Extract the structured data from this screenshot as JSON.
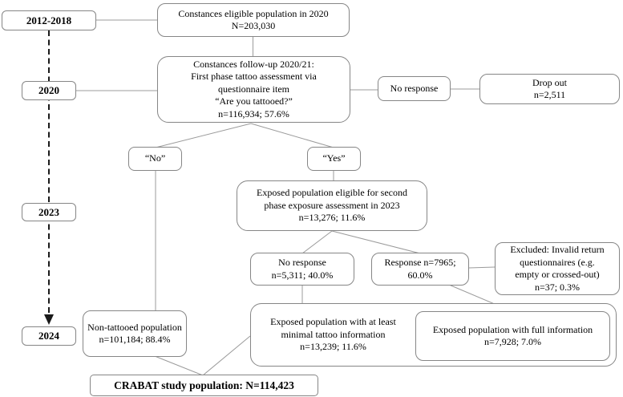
{
  "colors": {
    "box_border": "#868686",
    "connector_line": "#9b9b9b",
    "timeline_line": "#1a1a1a",
    "text": "#000000",
    "background": "#ffffff"
  },
  "timeline": {
    "period_1": "2012-2018",
    "period_2": "2020",
    "period_3": "2023",
    "period_4": "2024"
  },
  "boxes": {
    "eligible": {
      "lines": [
        "Constances eligible population in 2020",
        "N=203,030"
      ]
    },
    "followup": {
      "lines": [
        "Constances follow-up 2020/21:",
        "First phase tattoo assessment via",
        "questionnaire item",
        "“Are you tattooed?”",
        "n=116,934; 57.6%"
      ]
    },
    "no_response_first": {
      "lines": [
        "No response"
      ]
    },
    "drop_out": {
      "lines": [
        "Drop out",
        "n=2,511"
      ]
    },
    "answer_no": {
      "lines": [
        "“No”"
      ]
    },
    "answer_yes": {
      "lines": [
        "“Yes”"
      ]
    },
    "exposed_eligible": {
      "lines": [
        "Exposed population eligible for second",
        "phase exposure assessment in 2023",
        "n=13,276; 11.6%"
      ]
    },
    "no_response_second": {
      "lines": [
        "No response",
        "n=5,311; 40.0%"
      ]
    },
    "response": {
      "lines": [
        "Response n=7965;",
        "60.0%"
      ]
    },
    "excluded": {
      "lines": [
        "Excluded: Invalid return",
        "questionnaires (e.g.",
        "empty or crossed-out)",
        "n=37; 0.3%"
      ]
    },
    "non_tattooed": {
      "lines": [
        "Non-tattooed population",
        "n=101,184; 88.4%"
      ]
    },
    "minimal_info": {
      "lines": [
        "Exposed population with at least",
        "minimal tattoo information",
        "n=13,239; 11.6%"
      ]
    },
    "full_info": {
      "lines": [
        "Exposed population with full information",
        "n=7,928; 7.0%"
      ]
    },
    "crabat": {
      "lines": [
        "CRABAT study population: N=114,423"
      ]
    }
  }
}
